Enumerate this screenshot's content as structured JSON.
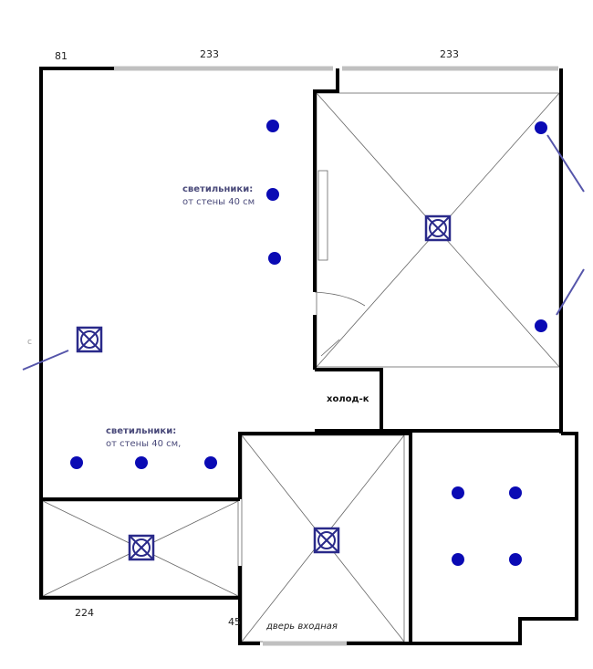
{
  "dimensions": {
    "top_left": "81",
    "top_middle": "233",
    "top_right": "233",
    "bottom_left": "224",
    "bottom_entry": "45"
  },
  "notes": {
    "upper": {
      "title": "светильники:",
      "text": "от стены 40 см"
    },
    "lower": {
      "title": "светильники:",
      "text": "от стены 40 см,"
    }
  },
  "labels": {
    "fridge": "холод-к",
    "entrance_door": "дверь входная",
    "left_mark": "с"
  },
  "colors": {
    "wall": "#000000",
    "window": "#c0c0c0",
    "lamp": "#0a0ab4",
    "fixture": "#2a2a8a"
  }
}
